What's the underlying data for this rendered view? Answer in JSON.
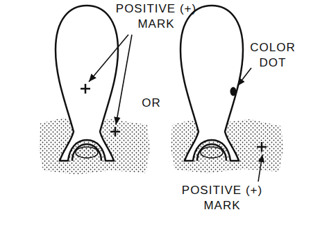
{
  "diagram": {
    "labels": [
      "POSITIVE (+) MARK",
      "OR",
      "COLOR DOT",
      "POSITIVE (+) MARK"
    ]
  }
}
